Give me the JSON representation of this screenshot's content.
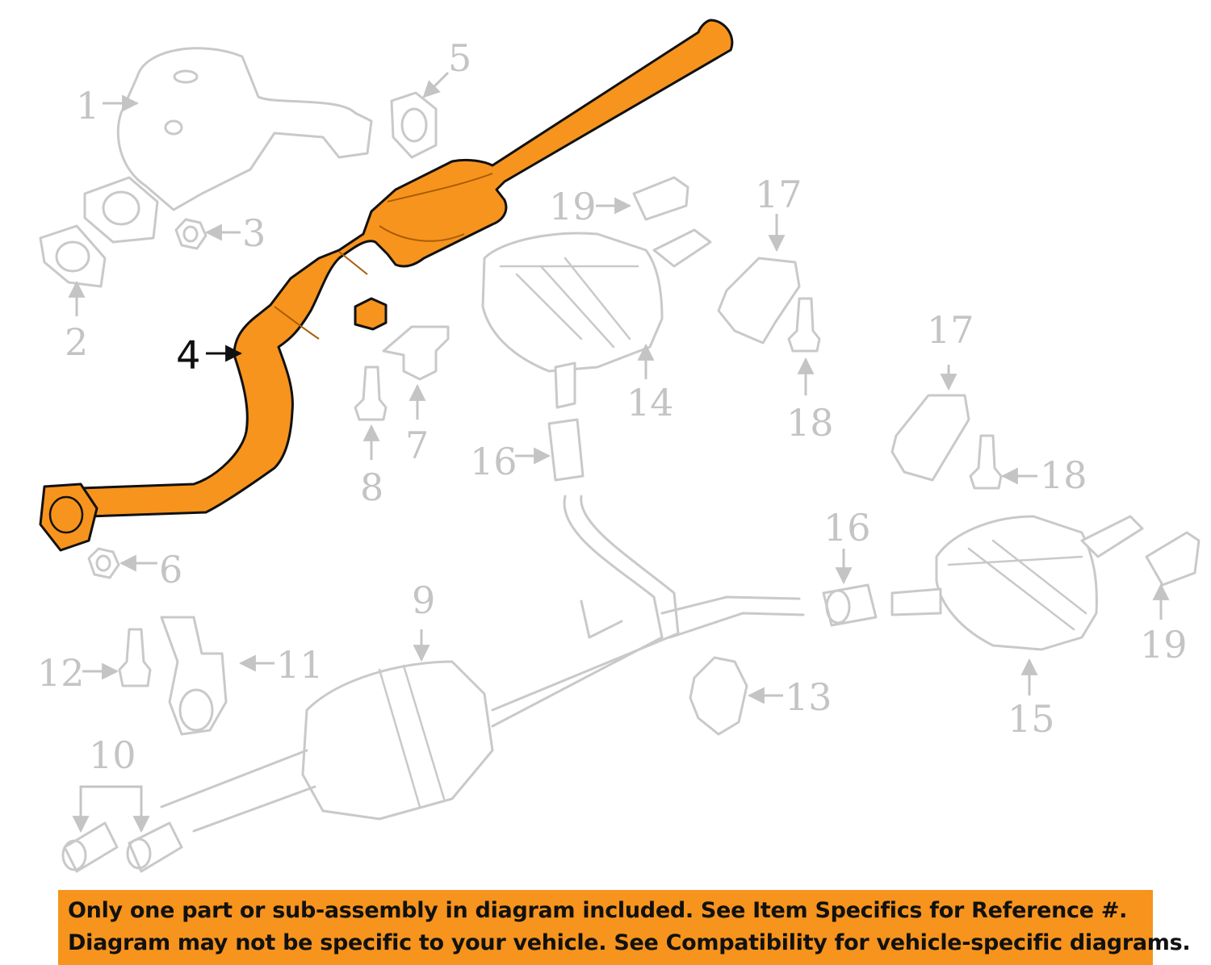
{
  "diagram": {
    "highlighted_part": "4",
    "callouts": [
      "1",
      "2",
      "3",
      "5",
      "6",
      "7",
      "8",
      "9",
      "10",
      "11",
      "12",
      "13",
      "14",
      "15",
      "16",
      "17",
      "18",
      "19"
    ],
    "colors": {
      "highlight": "#f7941d",
      "ghost_parts": "#c9c9c9",
      "notice_bar": "#f7941d"
    }
  },
  "notice": {
    "line1": "Only one part or sub-assembly in diagram included. See Item Specifics for Reference #.",
    "line2": "Diagram may not be specific to your vehicle. See Compatibility for vehicle-specific diagrams."
  }
}
